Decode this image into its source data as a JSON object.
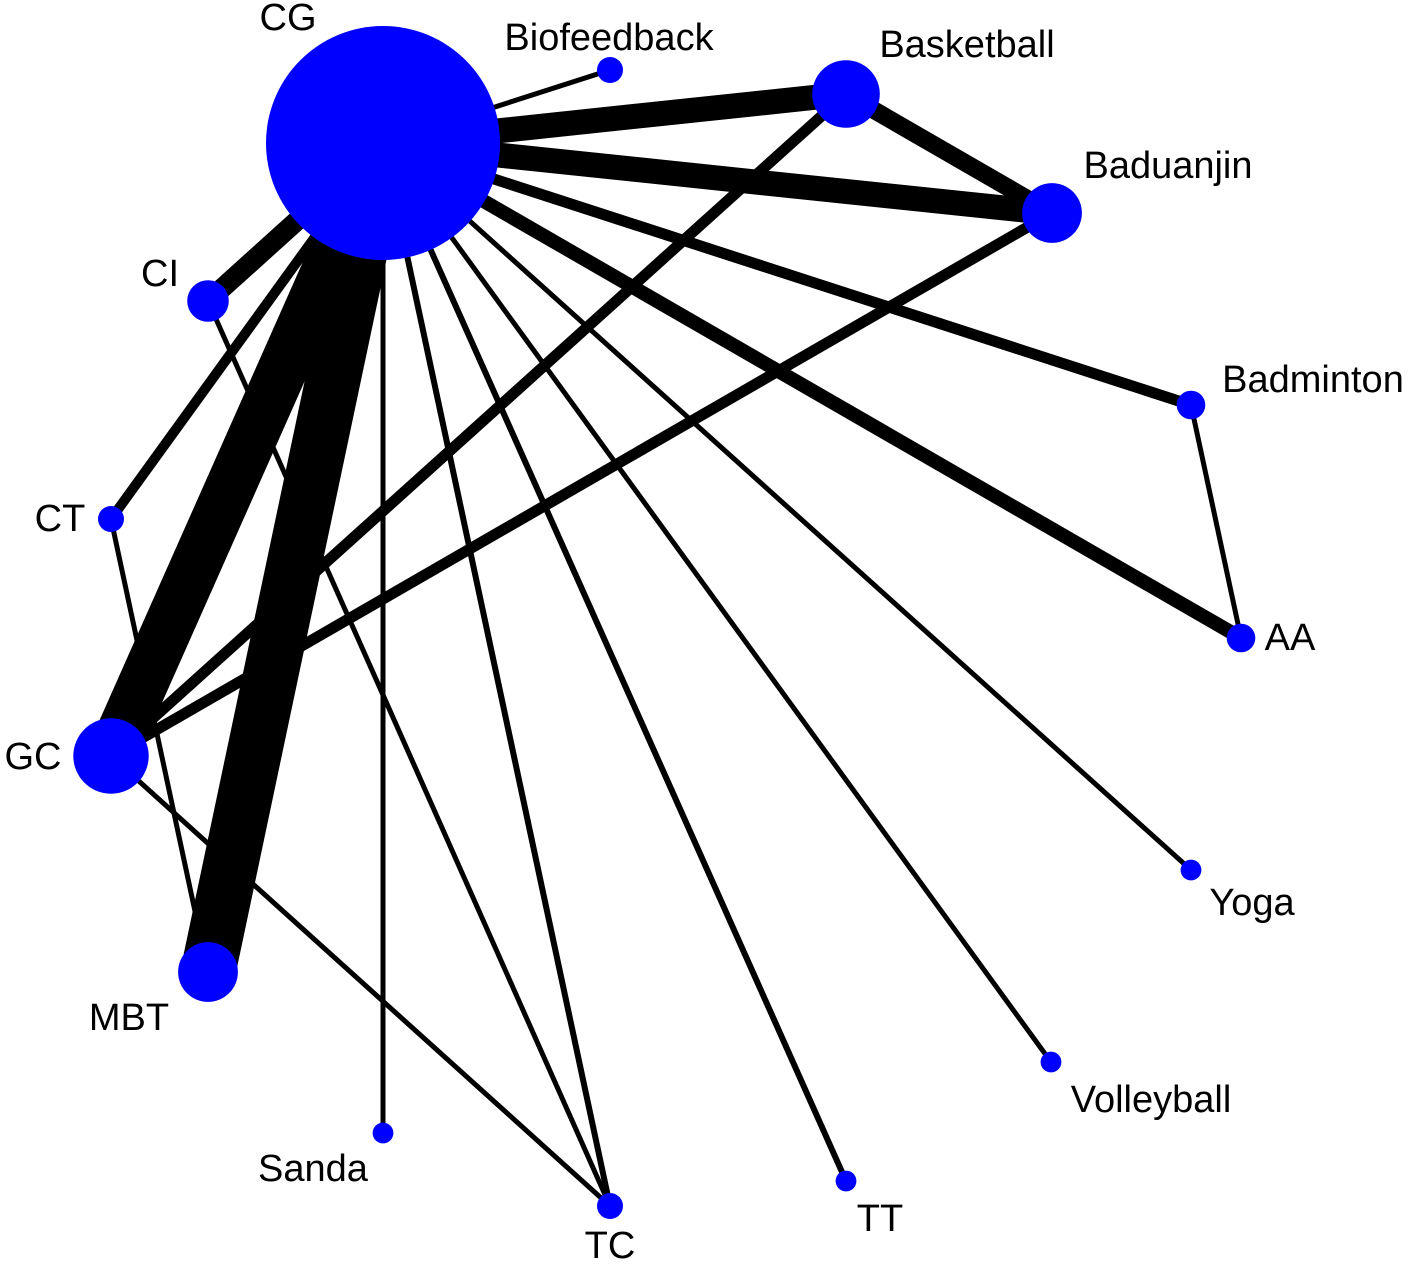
{
  "diagram": {
    "type": "network",
    "node_color": "#0000FF",
    "edge_color": "#000000",
    "nodes": [
      {
        "id": "CG",
        "label": "CG",
        "weight": 9.0
      },
      {
        "id": "Biofeedback",
        "label": "Biofeedback",
        "weight": 1.0
      },
      {
        "id": "Basketball",
        "label": "Basketball",
        "weight": 2.6
      },
      {
        "id": "Baduanjin",
        "label": "Baduanjin",
        "weight": 2.3
      },
      {
        "id": "Badminton",
        "label": "Badminton",
        "weight": 1.1
      },
      {
        "id": "AA",
        "label": "AA",
        "weight": 1.1
      },
      {
        "id": "Yoga",
        "label": "Yoga",
        "weight": 0.8
      },
      {
        "id": "Volleyball",
        "label": "Volleyball",
        "weight": 0.8
      },
      {
        "id": "TT",
        "label": "TT",
        "weight": 0.8
      },
      {
        "id": "TC",
        "label": "TC",
        "weight": 1.0
      },
      {
        "id": "Sanda",
        "label": "Sanda",
        "weight": 0.8
      },
      {
        "id": "MBT",
        "label": "MBT",
        "weight": 2.3
      },
      {
        "id": "GC",
        "label": "GC",
        "weight": 2.9
      },
      {
        "id": "CT",
        "label": "CT",
        "weight": 1.0
      },
      {
        "id": "CI",
        "label": "CI",
        "weight": 1.6
      }
    ],
    "edges": [
      {
        "source": "CG",
        "target": "Biofeedback",
        "weight": 1.0
      },
      {
        "source": "CG",
        "target": "Basketball",
        "weight": 5.0
      },
      {
        "source": "CG",
        "target": "Baduanjin",
        "weight": 5.0
      },
      {
        "source": "CG",
        "target": "Badminton",
        "weight": 2.2
      },
      {
        "source": "CG",
        "target": "AA",
        "weight": 2.8
      },
      {
        "source": "CG",
        "target": "Yoga",
        "weight": 1.0
      },
      {
        "source": "CG",
        "target": "Volleyball",
        "weight": 1.0
      },
      {
        "source": "CG",
        "target": "TT",
        "weight": 1.2
      },
      {
        "source": "CG",
        "target": "TC",
        "weight": 1.2
      },
      {
        "source": "CG",
        "target": "Sanda",
        "weight": 1.0
      },
      {
        "source": "CG",
        "target": "MBT",
        "weight": 11.0
      },
      {
        "source": "CG",
        "target": "GC",
        "weight": 10.0
      },
      {
        "source": "CG",
        "target": "CT",
        "weight": 2.0
      },
      {
        "source": "CG",
        "target": "CI",
        "weight": 4.0
      },
      {
        "source": "Basketball",
        "target": "Baduanjin",
        "weight": 3.5
      },
      {
        "source": "Basketball",
        "target": "GC",
        "weight": 2.2
      },
      {
        "source": "Baduanjin",
        "target": "GC",
        "weight": 2.2
      },
      {
        "source": "Badminton",
        "target": "AA",
        "weight": 1.0
      },
      {
        "source": "CI",
        "target": "TC",
        "weight": 1.0
      },
      {
        "source": "CT",
        "target": "MBT",
        "weight": 1.0
      },
      {
        "source": "TC",
        "target": "GC",
        "weight": 1.0
      }
    ]
  }
}
